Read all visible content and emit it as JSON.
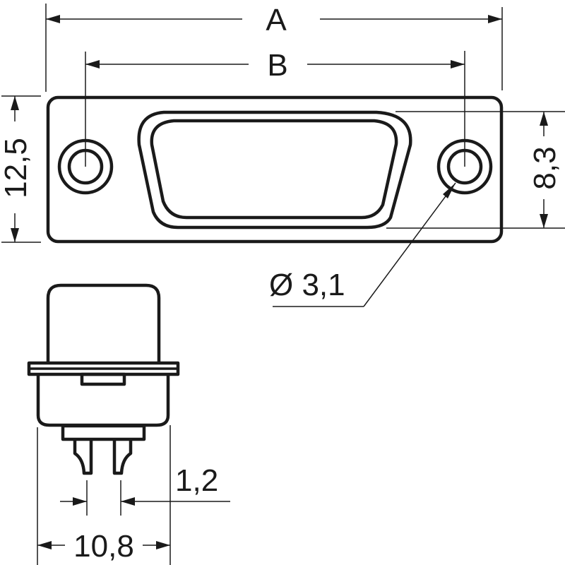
{
  "drawing": {
    "title": "D-Sub connector dimensional drawing",
    "line_color": "#1a1a1a",
    "background": "#ffffff"
  },
  "dimensions": {
    "A": "A",
    "B": "B",
    "height_total": "12,5",
    "height_opening": "8,3",
    "hole_diameter": "Ø 3,1",
    "pin_pitch": "1,2",
    "body_width": "10,8"
  },
  "views": {
    "front": "front-view",
    "side": "side-view"
  }
}
